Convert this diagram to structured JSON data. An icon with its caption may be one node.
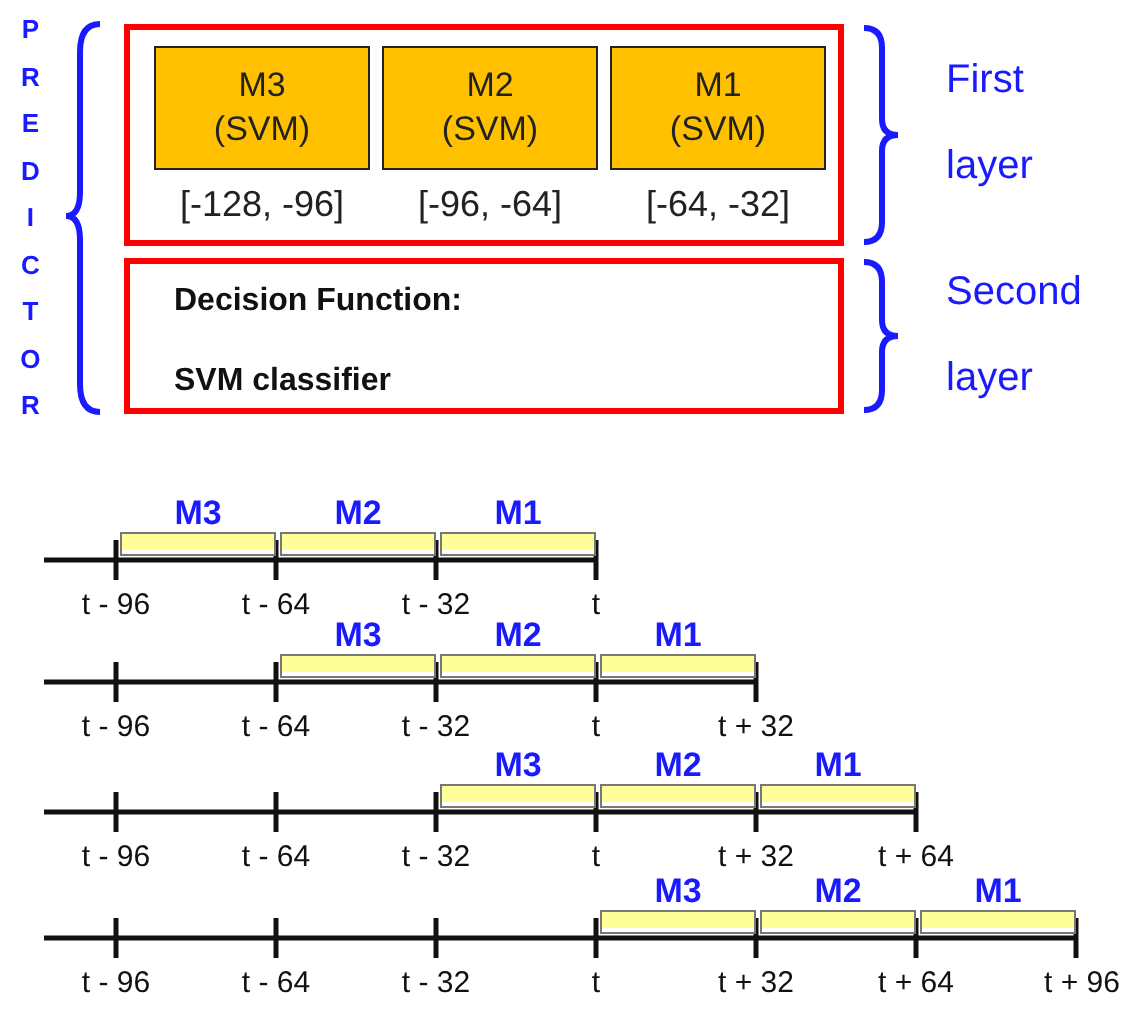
{
  "diagram": {
    "nodes": [
      {
        "text": [],
        "shape": "box",
        "beside": [
          "First layer"
        ]
      },
      {
        "text": [
          "M3 (SVM)"
        ],
        "in": 0,
        "beside": [
          "[-128, -96]"
        ]
      },
      {
        "text": [
          "M2 (SVM)"
        ],
        "in": 0,
        "beside": [
          "[-96, -64]"
        ]
      },
      {
        "text": [
          "M1 (SVM)"
        ],
        "in": 0,
        "beside": [
          "[-64, -32]"
        ]
      },
      {
        "text": [
          "Decision Function:",
          "SVM classifier"
        ],
        "beside": [
          "Second layer"
        ]
      },
      {
        "text": [
          "M3"
        ]
      },
      {
        "text": [
          "M2"
        ]
      },
      {
        "text": [
          "M1"
        ]
      },
      {
        "text": [
          "M3"
        ]
      },
      {
        "text": [
          "M2"
        ]
      },
      {
        "text": [
          "M1"
        ]
      },
      {
        "text": [
          "M3"
        ]
      },
      {
        "text": [
          "M2"
        ]
      },
      {
        "text": [
          "M1"
        ]
      },
      {
        "text": [
          "M3"
        ]
      },
      {
        "text": [
          "M2"
        ]
      },
      {
        "text": [
          "M1"
        ]
      }
    ],
    "labels": [
      "PREDICTOR",
      "t - 96",
      "t - 64",
      "t - 32",
      "t",
      "t - 96",
      "t - 64",
      "t - 32",
      "t",
      "t + 32",
      "t - 96",
      "t - 64",
      "t - 32",
      "t",
      "t + 32",
      "t + 64",
      "t - 96",
      "t - 64",
      "t - 32",
      "t",
      "t + 32",
      "t + 64",
      "t + 96"
    ]
  }
}
